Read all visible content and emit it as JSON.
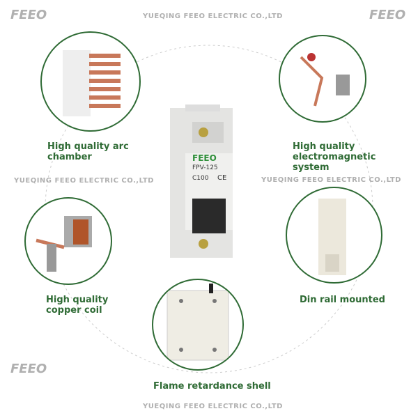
{
  "features": [
    {
      "label_line1": "High quality arc",
      "label_line2": "chamber"
    },
    {
      "label_line1": "High quality",
      "label_line2": "electromagnetic",
      "label_line3": "system"
    },
    {
      "label_line1": "High quality",
      "label_line2": "copper coil"
    },
    {
      "label_line1": "Din rail mounted"
    },
    {
      "label_line1": "Flame retardance shell"
    }
  ],
  "breaker": {
    "brand": "FEEO",
    "model": "FPV-125",
    "rating": "C100",
    "mark": "CE"
  },
  "watermark": {
    "text": "YUEQING FEEO ELECTRIC CO.,LTD",
    "logo": "FEEO"
  },
  "colors": {
    "accent": "#2f6b35",
    "copper": "#c8785a"
  }
}
